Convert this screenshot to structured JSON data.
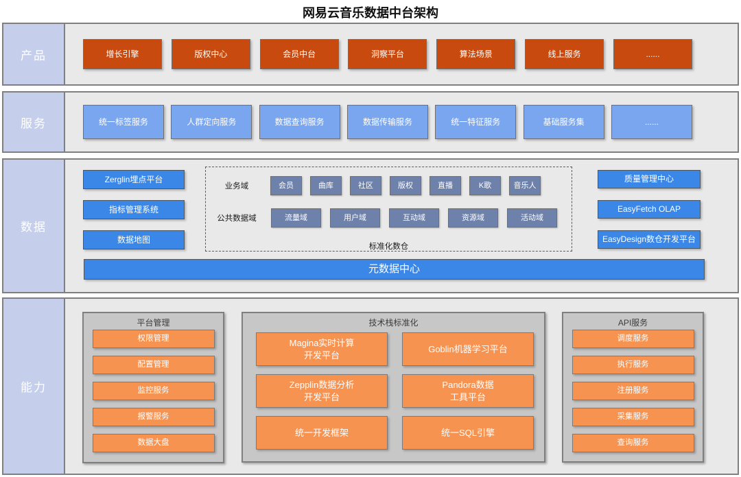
{
  "title": "网易云音乐数据中台架构",
  "colors": {
    "band_background": "#e9e9e9",
    "band_border": "#7f7f7f",
    "row_label_background": "#c5cfec",
    "product_box": "#c94a0e",
    "service_box": "#7aa6ef",
    "data_box": "#3a87e8",
    "domain_box": "#6e81aa",
    "capability_box": "#f79351",
    "panel_background": "#c7c7c7"
  },
  "rows": {
    "product": {
      "label": "产品",
      "items": [
        "增长引擎",
        "版权中心",
        "会员中台",
        "洞察平台",
        "算法场景",
        "线上服务",
        "......"
      ]
    },
    "service": {
      "label": "服务",
      "items": [
        "统一标签服务",
        "人群定向服务",
        "数据查询服务",
        "数据传输服务",
        "统一特征服务",
        "基础服务集",
        "......"
      ]
    },
    "data": {
      "label": "数据",
      "left_items": [
        "Zerglin埋点平台",
        "指标管理系统",
        "数据地图"
      ],
      "warehouse": {
        "title": "标准化数仓",
        "business_domain_label": "业务域",
        "business_domains": [
          "会员",
          "曲库",
          "社区",
          "版权",
          "直播",
          "K歌",
          "音乐人"
        ],
        "common_domain_label": "公共数据域",
        "common_domains": [
          "流量域",
          "用户域",
          "互动域",
          "资源域",
          "活动域"
        ]
      },
      "right_items": [
        "质量管理中心",
        "EasyFetch OLAP",
        "EasyDesign数仓开发平台"
      ],
      "bottom_bar": "元数据中心"
    },
    "capability": {
      "label": "能力",
      "panels": [
        {
          "title": "平台管理",
          "items": [
            "权限管理",
            "配置管理",
            "监控服务",
            "报警服务",
            "数据大盘"
          ]
        },
        {
          "title": "技术栈标准化",
          "items": [
            "Magina实时计算\n开发平台",
            "Goblin机器学习平台",
            "Zepplin数据分析\n开发平台",
            "Pandora数据\n工具平台",
            "统一开发框架",
            "统一SQL引擎"
          ]
        },
        {
          "title": "API服务",
          "items": [
            "调度服务",
            "执行服务",
            "注册服务",
            "采集服务",
            "查询服务"
          ]
        }
      ]
    }
  }
}
